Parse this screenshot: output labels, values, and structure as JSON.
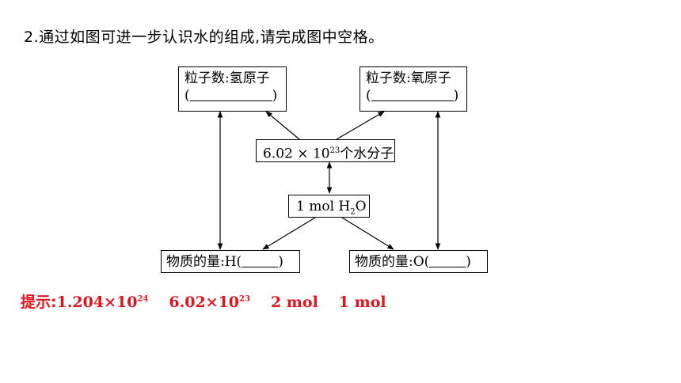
{
  "question": {
    "text": "2.通过如图可进一步认识水的组成,请完成图中空格。"
  },
  "diagram": {
    "hydrogen_atoms_box": {
      "label": "粒子数:氢原子",
      "open": "(",
      "close": ")"
    },
    "oxygen_atoms_box": {
      "label": "粒子数:氧原子",
      "open": "(",
      "close": ")"
    },
    "molecules_box": {
      "coef": "6.02 × 10",
      "exp": "23",
      "suffix": "个水分子"
    },
    "mole_box": {
      "prefix": "1 mol H",
      "sub": "2",
      "suffix": "O"
    },
    "h_amount_box": {
      "label": "物质的量:H(",
      "close": ")"
    },
    "o_amount_box": {
      "label": "物质的量:O(",
      "close": ")"
    }
  },
  "hint": {
    "label": "提示:",
    "a1_base": "1.204×10",
    "a1_exp": "24",
    "a2_base": "6.02×10",
    "a2_exp": "23",
    "a3": "2 mol",
    "a4": "1 mol",
    "color": "#e0141e"
  }
}
